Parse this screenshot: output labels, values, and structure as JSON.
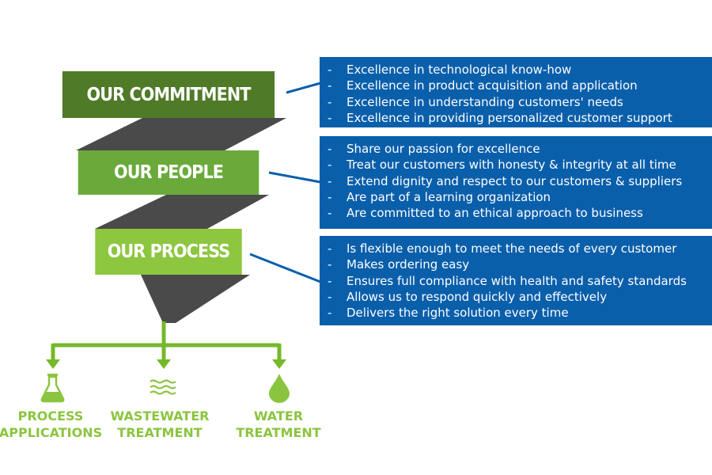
{
  "stages": [
    {
      "label": "OUR COMMITMENT",
      "items": [
        "Excellence in technological know-how",
        "Excellence in product acquisition and application",
        "Excellence in understanding customers' needs",
        "Excellence in providing personalized customer support"
      ]
    },
    {
      "label": "OUR PEOPLE",
      "items": [
        "Share our passion for excellence",
        "Treat our customers with honesty & integrity at all time",
        "Extend dignity and respect to our customers & suppliers",
        "Are part of a learning organization",
        "Are committed to an ethical approach to business"
      ]
    },
    {
      "label": "OUR PROCESS",
      "items": [
        "Is flexible enough to meet the needs of every customer",
        "Makes ordering easy",
        "Ensures full compliance with health and safety standards",
        "Allows us to respond quickly and effectively",
        "Delivers the right solution every time"
      ]
    }
  ],
  "outputs": [
    {
      "line1": "PROCESS",
      "line2": "APPLICATIONS",
      "icon": "flask-icon"
    },
    {
      "line1": "WASTEWATER",
      "line2": "TREATMENT",
      "icon": "waves-icon"
    },
    {
      "line1": "WATER",
      "line2": "TREATMENT",
      "icon": "water-drop-icon"
    }
  ],
  "colors": {
    "commitment": "#4f7a28",
    "people": "#6aaa3a",
    "process": "#8dc63f",
    "ribbon": "#4a4a4a",
    "box": "#0a5fab",
    "output_green": "#8bc53f"
  }
}
